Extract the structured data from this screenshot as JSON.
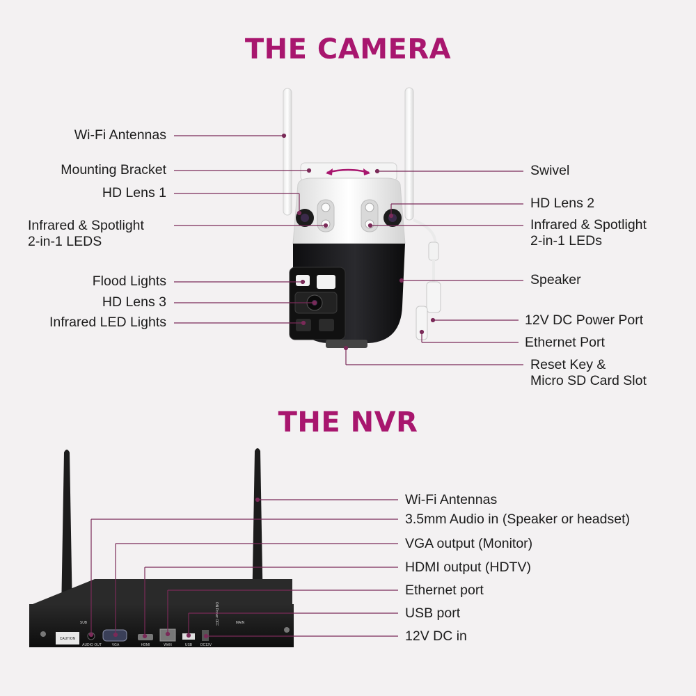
{
  "colors": {
    "accent": "#a8166e",
    "leader": "#7a2a58",
    "background": "#f3f1f2"
  },
  "camera": {
    "title": "THE CAMERA",
    "labels": {
      "wifi_antennas": "Wi-Fi Antennas",
      "mounting_bracket": "Mounting Bracket",
      "hd_lens_1": "HD Lens 1",
      "ir_spot_left_1": "Infrared & Spotlight",
      "ir_spot_left_2": "2-in-1 LEDS",
      "flood_lights": "Flood Lights",
      "hd_lens_3": "HD Lens 3",
      "ir_led_lights": "Infrared LED Lights",
      "swivel": "Swivel",
      "hd_lens_2": "HD Lens 2",
      "ir_spot_right_1": "Infrared & Spotlight",
      "ir_spot_right_2": "2-in-1 LEDs",
      "speaker": "Speaker",
      "power_port": "12V DC Power Port",
      "ethernet_port": "Ethernet Port",
      "reset_key_1": "Reset Key &",
      "reset_key_2": "Micro SD Card Slot"
    }
  },
  "nvr": {
    "title": "THE NVR",
    "labels": {
      "wifi_antennas": "Wi-Fi Antennas",
      "audio_in": "3.5mm Audio in (Speaker or headset)",
      "vga": "VGA output (Monitor)",
      "hdmi": "HDMI output (HDTV)",
      "ethernet": "Ethernet port",
      "usb": "USB port",
      "dc_in": "12V DC in"
    },
    "panel_text": {
      "sub": "SUB",
      "main": "MAIN",
      "audio_out": "AUDIO OUT",
      "vga": "VGA",
      "hdmi": "HDMI",
      "wan": "WAN",
      "usb": "USB",
      "dc12v": "DC12V",
      "on_off": "ON  Power OFF",
      "caution": "CAUTION"
    }
  }
}
